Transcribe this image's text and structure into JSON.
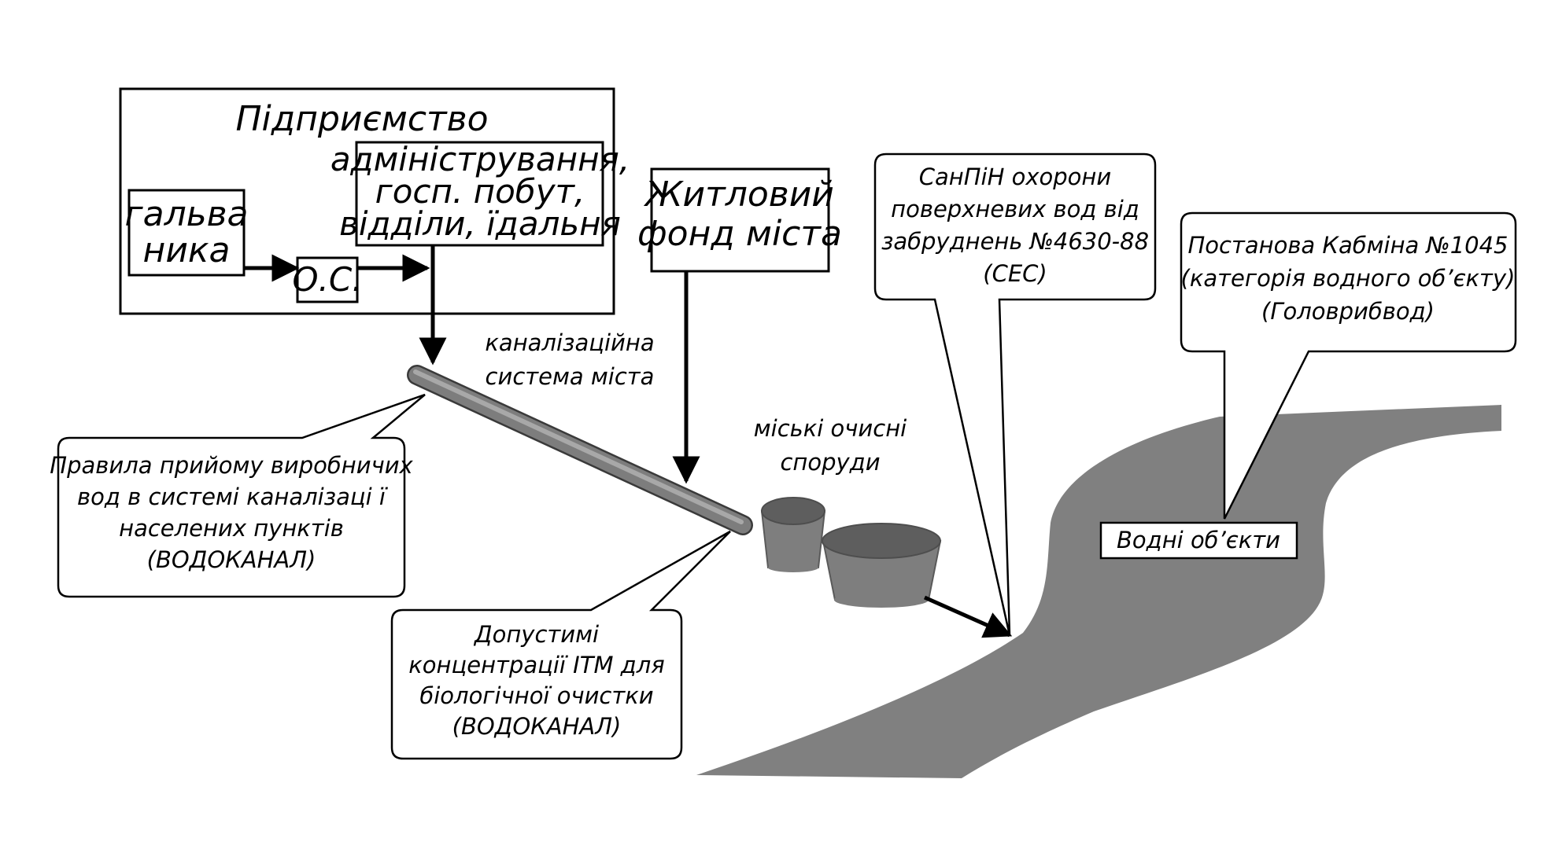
{
  "enterprise": {
    "title": "Підприємство",
    "electroplating": [
      "гальва",
      "ника"
    ],
    "admin": [
      "адміністрування,",
      "госп. побут,",
      "відділи, їдальня"
    ],
    "local_treatment": "О.С."
  },
  "housing": [
    "Житловий",
    "фонд міста"
  ],
  "sewer_label": [
    "каналізаційна",
    "система міста"
  ],
  "treatment_label": [
    "міські очисні",
    "споруди"
  ],
  "callouts": {
    "sewer_rules": [
      "Правила прийому виробничих",
      "вод в системі каналізаці ї",
      "населених пунктів",
      "(ВОДОКАНАЛ)"
    ],
    "bio_limits": [
      "Допустимі",
      "концентрації ІТМ для",
      "біологічної очистки",
      "(ВОДОКАНАЛ)"
    ],
    "sanpin": [
      "СанПіН охорони",
      "поверхневих вод від",
      "забруднень №4630-88",
      "(СЕС)"
    ],
    "cabinet": [
      "Постанова Кабміна №1045",
      "(категорія водного об’єкту)",
      "(Головрибвод)"
    ]
  },
  "water_label": "Водні об’єкти",
  "colors": {
    "river": "#808080",
    "pipe": "#7a7a7a",
    "tank": "#7e7e7e",
    "tank_top": "#5e5e5e",
    "line": "#000000"
  }
}
